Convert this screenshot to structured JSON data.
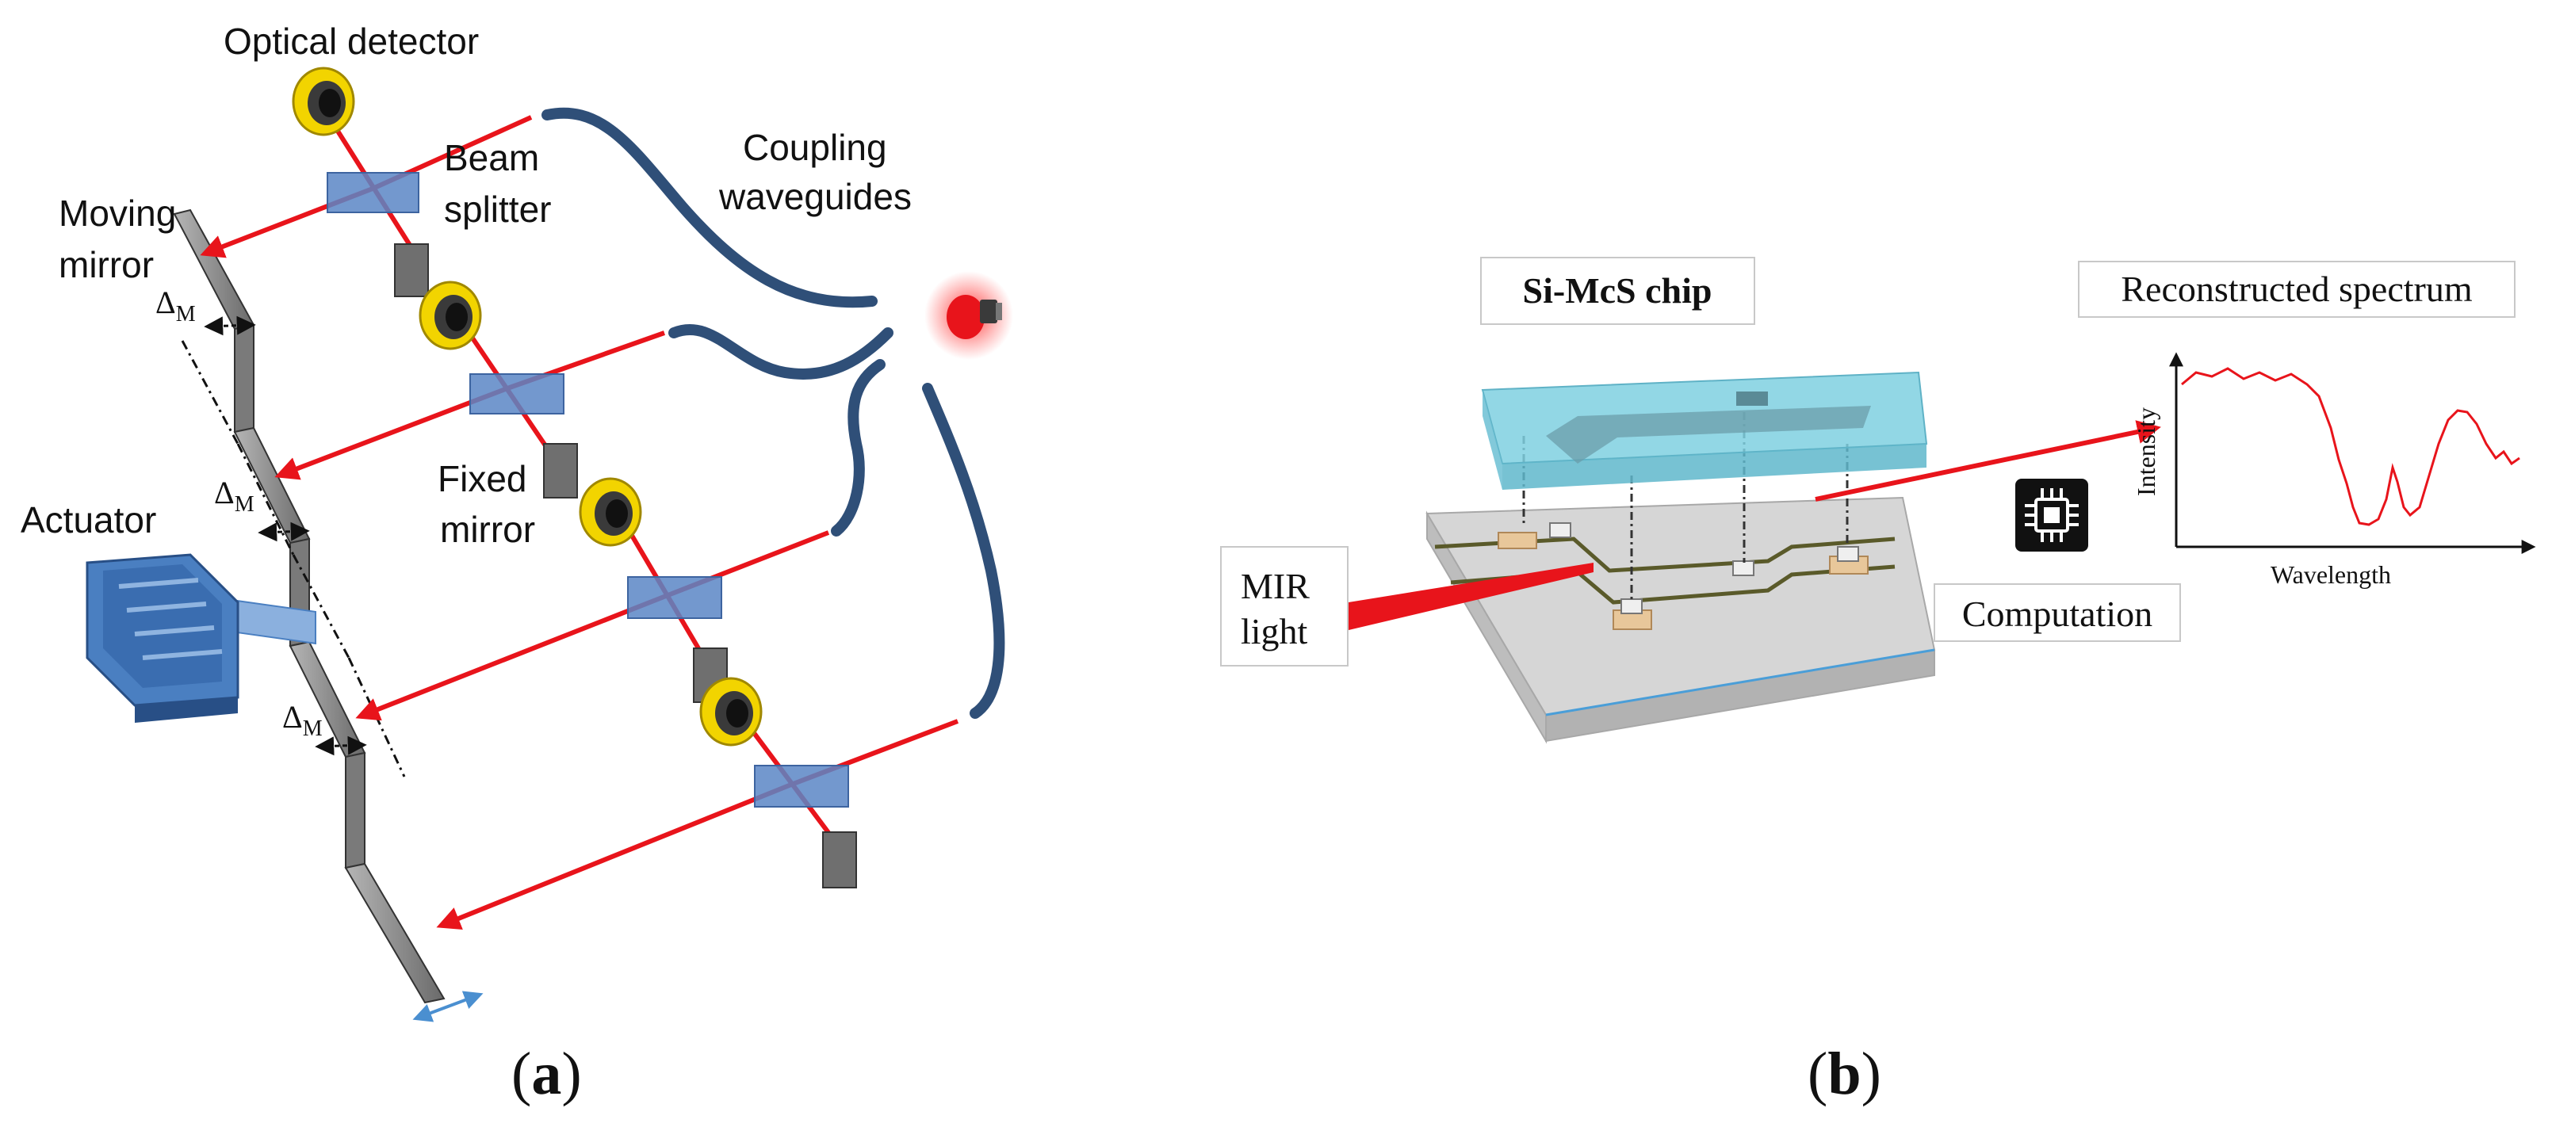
{
  "panel_a": {
    "caption_open": "(",
    "caption_letter": "a",
    "caption_close": ")",
    "labels": {
      "optical_detector": "Optical detector",
      "beam": "Beam",
      "splitter": "splitter",
      "coupling": "Coupling",
      "waveguides": "waveguides",
      "moving": "Moving",
      "mirror": "mirror",
      "fixed": "Fixed",
      "fixed_mirror": "mirror",
      "actuator": "Actuator",
      "delta": "Δ",
      "delta_sub": "M"
    },
    "colors": {
      "beam": "#e8141b",
      "waveguide": "#2f4f78",
      "splitter": "#5b86c5",
      "detector_ring": "#f2d400",
      "actuator": "#4a7fc1",
      "mirror": "#8a8a8a"
    }
  },
  "panel_b": {
    "caption_open": "(",
    "caption_letter": "b",
    "caption_close": ")",
    "labels": {
      "chip": "Si-McS chip",
      "spectrum": "Reconstructed spectrum",
      "intensity": "Intensity",
      "wavelength": "Wavelength",
      "mir": "MIR",
      "light": "light",
      "computation": "Computation"
    },
    "icons": [
      "cpu-chip-icon",
      "light-source-icon"
    ],
    "colors": {
      "chip_top": "#7fd0e0",
      "substrate": "#cfcfcf",
      "beam": "#e8141b",
      "spectrum_line": "#e8141b"
    }
  }
}
